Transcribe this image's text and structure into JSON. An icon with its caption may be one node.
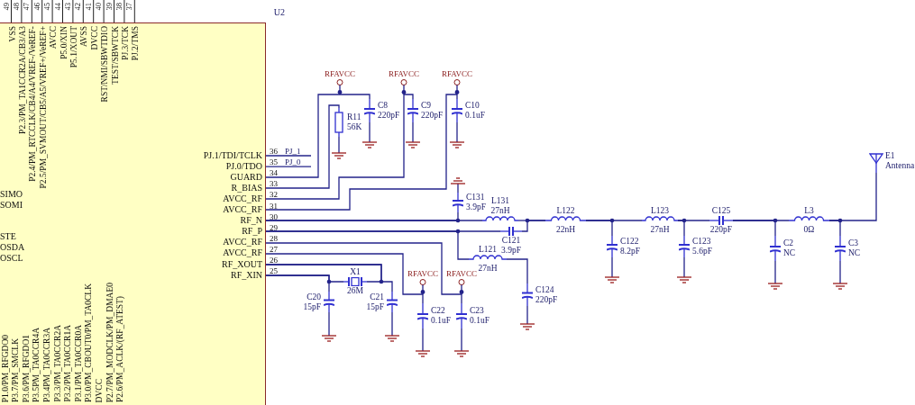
{
  "diagram": {
    "nodes": [
      {
        "text": [
          "U2"
        ]
      },
      {
        "text": [
          "RFAVCC"
        ]
      },
      {
        "text": [
          "R11",
          "56K"
        ]
      },
      {
        "text": [
          "C8",
          "220pF"
        ]
      },
      {
        "text": [
          "RFAVCC"
        ]
      },
      {
        "text": [
          "C9",
          "220pF"
        ]
      },
      {
        "text": [
          "RFAVCC"
        ]
      },
      {
        "text": [
          "C10",
          "0.1uF"
        ]
      },
      {
        "text": [
          "C131",
          "3.9pF"
        ]
      },
      {
        "text": [
          "L131",
          "27nH"
        ]
      },
      {
        "text": [
          "C121",
          "3.9pF"
        ]
      },
      {
        "text": [
          "L121",
          "27nH"
        ]
      },
      {
        "text": [
          "C124",
          "220pF"
        ]
      },
      {
        "text": [
          "L122",
          "22nH"
        ]
      },
      {
        "text": [
          "C122",
          "8.2pF"
        ]
      },
      {
        "text": [
          "L123",
          "27nH"
        ]
      },
      {
        "text": [
          "C123",
          "5.6pF"
        ]
      },
      {
        "text": [
          "C125",
          "220pF"
        ]
      },
      {
        "text": [
          "C2",
          "NC"
        ]
      },
      {
        "text": [
          "L3",
          "0Ω"
        ]
      },
      {
        "text": [
          "C3",
          "NC"
        ]
      },
      {
        "text": [
          "E1",
          "Antenna"
        ]
      },
      {
        "text": [
          "X1",
          "26M"
        ]
      },
      {
        "text": [
          "C20",
          "15pF"
        ]
      },
      {
        "text": [
          "C21",
          "15pF"
        ]
      },
      {
        "text": [
          "RFAVCC"
        ]
      },
      {
        "text": [
          "C22",
          "0.1uF"
        ]
      },
      {
        "text": [
          "RFAVCC"
        ]
      },
      {
        "text": [
          "C23",
          "0.1uF"
        ]
      }
    ],
    "edges": [
      {
        "from": 0,
        "to": 1,
        "arrow": "none"
      },
      {
        "from": 1,
        "to": 3,
        "arrow": "none"
      },
      {
        "from": 0,
        "to": 2,
        "arrow": "none"
      },
      {
        "from": 0,
        "to": 4,
        "arrow": "none"
      },
      {
        "from": 4,
        "to": 5,
        "arrow": "none"
      },
      {
        "from": 0,
        "to": 6,
        "arrow": "none"
      },
      {
        "from": 6,
        "to": 7,
        "arrow": "none"
      },
      {
        "from": 0,
        "to": 8,
        "arrow": "none"
      },
      {
        "from": 0,
        "to": 9,
        "arrow": "none"
      },
      {
        "from": 0,
        "to": 10,
        "arrow": "none"
      },
      {
        "from": 0,
        "to": 11,
        "arrow": "none"
      },
      {
        "from": 9,
        "to": 13,
        "arrow": "none"
      },
      {
        "from": 10,
        "to": 13,
        "arrow": "none"
      },
      {
        "from": 11,
        "to": 12,
        "arrow": "none"
      },
      {
        "from": 13,
        "to": 14,
        "arrow": "none"
      },
      {
        "from": 13,
        "to": 15,
        "arrow": "none"
      },
      {
        "from": 15,
        "to": 16,
        "arrow": "none"
      },
      {
        "from": 15,
        "to": 17,
        "arrow": "none"
      },
      {
        "from": 17,
        "to": 18,
        "arrow": "none"
      },
      {
        "from": 17,
        "to": 19,
        "arrow": "none"
      },
      {
        "from": 19,
        "to": 20,
        "arrow": "none"
      },
      {
        "from": 19,
        "to": 21,
        "arrow": "none"
      },
      {
        "from": 0,
        "to": 27,
        "arrow": "none"
      },
      {
        "from": 27,
        "to": 28,
        "arrow": "none"
      },
      {
        "from": 0,
        "to": 25,
        "arrow": "none"
      },
      {
        "from": 25,
        "to": 26,
        "arrow": "none"
      },
      {
        "from": 0,
        "to": 22,
        "arrow": "none"
      },
      {
        "from": 0,
        "to": 24,
        "arrow": "none"
      },
      {
        "from": 0,
        "to": 22,
        "arrow": "none"
      },
      {
        "from": 0,
        "to": 23,
        "arrow": "none"
      }
    ],
    "labels": [
      "49",
      "48",
      "47",
      "46",
      "45",
      "44",
      "43",
      "42",
      "41",
      "40",
      "39",
      "38",
      "37",
      "VSS",
      "P2.3/PM_TA1CCR2A/CB3/A3",
      "P2.4/PM_RTCCLK/CB4/A4/VREF-/VeREF-",
      "P2.5/PM_SVMOUT/CB5/A5/VREF+/VeREF+",
      "AVCC",
      "P5.0/XIN",
      "P5.1/XOUT",
      "AVSS",
      "DVCC",
      "RST/NMI/SBWTDIO",
      "TEST/SBWTCK",
      "PJ.3/TCK",
      "PJ.2/TMS",
      "SIMO",
      "SOMI",
      "STE",
      "OSDA",
      "OSCL",
      "PJ.1/TDI/TCLK",
      "PJ.0/TDO",
      "GUARD",
      "R_BIAS",
      "AVCC_RF",
      "AVCC_RF",
      "RF_N",
      "RF_P",
      "AVCC_RF",
      "AVCC_RF",
      "RF_XOUT",
      "RF_XIN",
      "36",
      "35",
      "34",
      "33",
      "32",
      "31",
      "30",
      "29",
      "28",
      "27",
      "26",
      "25",
      "PJ_1",
      "PJ_0",
      "P1.0/PM_RFGDO0",
      "P3.7/PM_SMCLK",
      "P3.6/PM_RFGDO1",
      "P3.5PM_TA0CCR4A",
      "P3.4PM_TA0CCR3A",
      "P3.3/PM_TA0CCR2A",
      "P3.2/PM_TA0CCR1A",
      "P3.1/PM_TA0CCR0A",
      "P3.0/PM_CBOUT0/PM_TA0CLK",
      "DVCC",
      "P2.7/PM_MODCLK/PM_DMAE0",
      "P2.6/PM_ACLK/(RF_ATEST)"
    ]
  }
}
